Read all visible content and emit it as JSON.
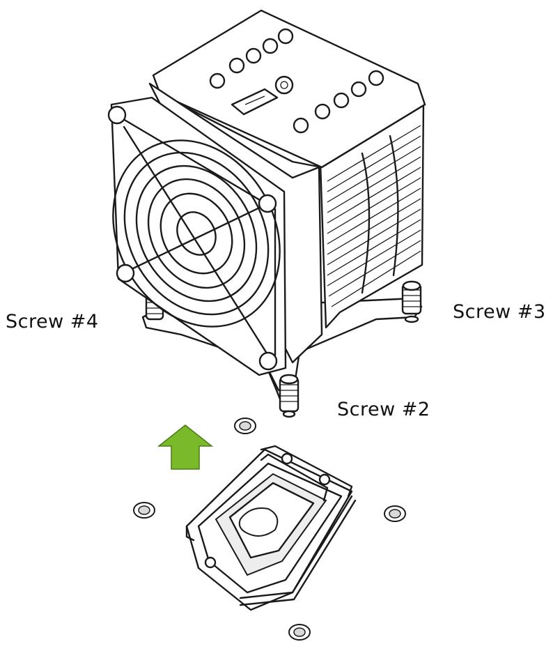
{
  "labels": {
    "screw4": "Screw #4",
    "screw3": "Screw #3",
    "screw2": "Screw #2"
  },
  "colors": {
    "arrow": "#7ab929",
    "line": "#1a1a1a",
    "hole_fill": "#d9d9d9"
  },
  "icons": {
    "arrow": "up-arrow-icon"
  }
}
